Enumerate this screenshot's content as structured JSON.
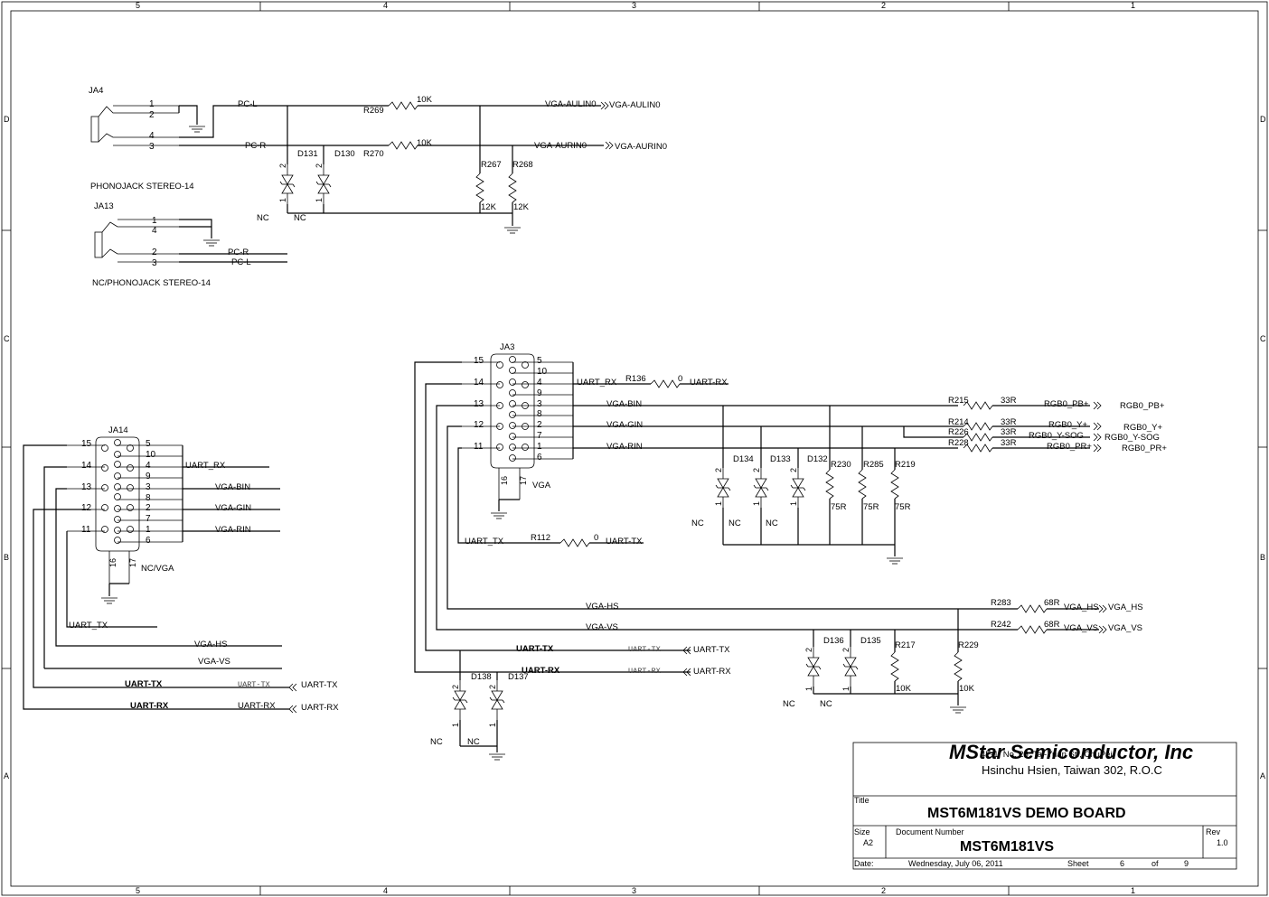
{
  "border": {
    "top_cols": [
      "5",
      "4",
      "3",
      "2",
      "1"
    ],
    "bottom_cols": [
      "5",
      "4",
      "3",
      "2",
      "1"
    ],
    "rows": [
      "D",
      "C",
      "B",
      "A"
    ]
  },
  "phono": {
    "ja4": {
      "ref": "JA4",
      "pins": [
        "1",
        "2",
        "4",
        "3"
      ],
      "name": "PHONOJACK STEREO-14"
    },
    "ja13": {
      "ref": "JA13",
      "pins": [
        "1",
        "4",
        "2",
        "3"
      ],
      "name": "NC/PHONOJACK STEREO-14"
    },
    "nets": {
      "pcl": "PC-L",
      "pcr": "PC-R"
    },
    "r269": {
      "ref": "R269",
      "val": "10K"
    },
    "r270": {
      "ref": "R270",
      "val": "10K"
    },
    "r267": {
      "ref": "R267",
      "val": "12K"
    },
    "r268": {
      "ref": "R268",
      "val": "12K"
    },
    "d131": "D131",
    "d130": "D130",
    "nc": "NC",
    "aul_net": "VGA-AULIN0",
    "aur_net": "VGA-AURIN0",
    "aul_port": "VGA-AULIN0",
    "aur_port": "VGA-AURIN0"
  },
  "ja14": {
    "ref": "JA14",
    "left_pins": [
      "15",
      "14",
      "13",
      "12",
      "11"
    ],
    "right_pins": [
      "5",
      "10",
      "4",
      "9",
      "3",
      "8",
      "2",
      "7",
      "1",
      "6"
    ],
    "bottom_pins": [
      "16",
      "17"
    ],
    "name": "NC/VGA",
    "nets": {
      "uart_rx": "UART_RX",
      "vga_bin": "VGA-BIN",
      "vga_gin": "VGA-GIN",
      "vga_rin": "VGA-RIN",
      "uart_tx": "UART_TX",
      "vga_hs": "VGA-HS",
      "vga_vs": "VGA-VS"
    },
    "uart_tx_bold": "UART-TX",
    "uart_rx_bold": "UART-RX",
    "uart_tx_mono": "UART-TX",
    "uart_rx_mono": "UART-RX",
    "uart_tx_port": "UART-TX",
    "uart_rx_port": "UART-RX"
  },
  "ja3": {
    "ref": "JA3",
    "left_pins": [
      "15",
      "14",
      "13",
      "12",
      "11"
    ],
    "right_pins": [
      "5",
      "10",
      "4",
      "9",
      "3",
      "8",
      "2",
      "7",
      "1",
      "6"
    ],
    "bottom_pins": [
      "16",
      "17"
    ],
    "name": "VGA",
    "nets": {
      "uart_rx": "UART_RX",
      "vga_bin": "VGA-BIN",
      "vga_gin": "VGA-GIN",
      "vga_rin": "VGA-RIN",
      "uart_tx": "UART_TX",
      "vga_hs": "VGA-HS",
      "vga_vs": "VGA-VS"
    },
    "r136": {
      "ref": "R136",
      "val": "0",
      "net": "UART-RX"
    },
    "r112": {
      "ref": "R112",
      "val": "0",
      "net": "UART-TX"
    },
    "uart_tx_bold": "UART-TX",
    "uart_rx_bold": "UART-RX",
    "uart_tx_mono": "UART-TX",
    "uart_rx_mono": "UART-RX",
    "uart_tx_port": "UART-TX",
    "uart_rx_port": "UART-RX",
    "d138": "D138",
    "d137": "D137",
    "nc": "NC"
  },
  "rgb": {
    "r215": {
      "ref": "R215",
      "val": "33R",
      "net": "RGB0_PB+",
      "port": "RGB0_PB+"
    },
    "r214": {
      "ref": "R214",
      "val": "33R",
      "net": "RGB0_Y+",
      "port": "RGB0_Y+"
    },
    "r226": {
      "ref": "R226",
      "val": "33R",
      "net": "RGB0_Y-SOG",
      "port": "RGB0_Y-SOG"
    },
    "r228": {
      "ref": "R228",
      "val": "33R",
      "net": "RGB0_PR+",
      "port": "RGB0_PR+"
    },
    "d134": "D134",
    "d133": "D133",
    "d132": "D132",
    "r230": {
      "ref": "R230",
      "val": "75R"
    },
    "r285": {
      "ref": "R285",
      "val": "75R"
    },
    "r219": {
      "ref": "R219",
      "val": "75R"
    },
    "nc": "NC"
  },
  "sync": {
    "r283": {
      "ref": "R283",
      "val": "68R",
      "net": "VGA_HS",
      "port": "VGA_HS"
    },
    "r242": {
      "ref": "R242",
      "val": "68R",
      "net": "VGA_VS",
      "port": "VGA_VS"
    },
    "d136": "D136",
    "d135": "D135",
    "r217": {
      "ref": "R217",
      "val": "10K"
    },
    "r229": {
      "ref": "R229",
      "val": "10K"
    },
    "nc": "NC"
  },
  "titleblock": {
    "company": "MStar Semiconductor, Inc",
    "overlap": "4F-1, No. 26, Tai-Yuan St., ChuPei",
    "addr": "Hsinchu Hsien, Taiwan 302, R.O.C",
    "title_label": "Title",
    "title": "MST6M181VS DEMO BOARD",
    "size_label": "Size",
    "size": "A2",
    "docnum_label": "Document Number",
    "docnum": "MST6M181VS",
    "rev_label": "Rev",
    "rev": "1.0",
    "date_label": "Date:",
    "date": "Wednesday, July 06, 2011",
    "sheet_label": "Sheet",
    "sheet": "6",
    "of_label": "of",
    "of": "9"
  }
}
